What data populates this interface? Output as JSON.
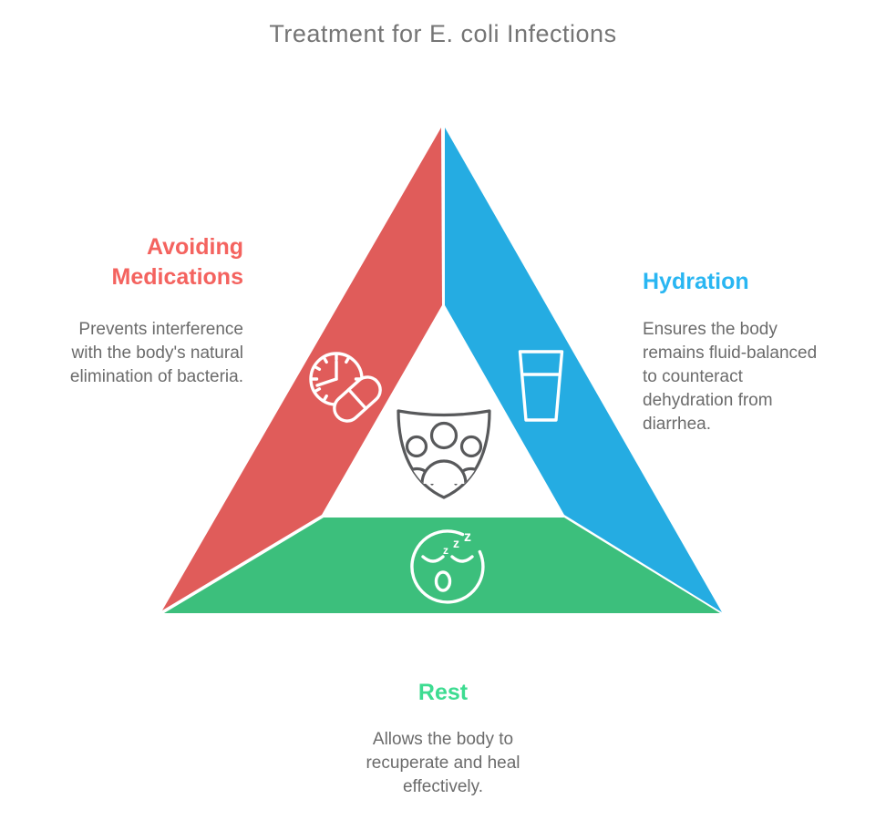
{
  "title": "Treatment for E. coli Infections",
  "colors": {
    "red_band": "#e05c5a",
    "red_heading": "#f4635f",
    "blue_band": "#25ace2",
    "blue_heading": "#29b6f2",
    "green_band": "#3cbf7c",
    "green_heading": "#3ddc91",
    "body_text": "#6b6b6b",
    "title_text": "#757575",
    "light_icon_stroke": "#ffffff",
    "center_icon_stroke": "#58595b"
  },
  "sections": {
    "avoiding_medications": {
      "heading": "Avoiding\nMedications",
      "description": "Prevents interference\nwith the body's natural\nelimination of bacteria.",
      "icon": "clock-pill-icon"
    },
    "hydration": {
      "heading": "Hydration",
      "description": "Ensures the body\nremains fluid-balanced\nto counteract\ndehydration from\ndiarrhea.",
      "icon": "water-glass-icon"
    },
    "rest": {
      "heading": "Rest",
      "description": "Allows the body to\nrecuperate and heal\neffectively.",
      "icon": "sleeping-face-icon"
    }
  },
  "center_icon": "people-shield-icon",
  "sleep_zs": [
    "z",
    "z",
    "z"
  ]
}
